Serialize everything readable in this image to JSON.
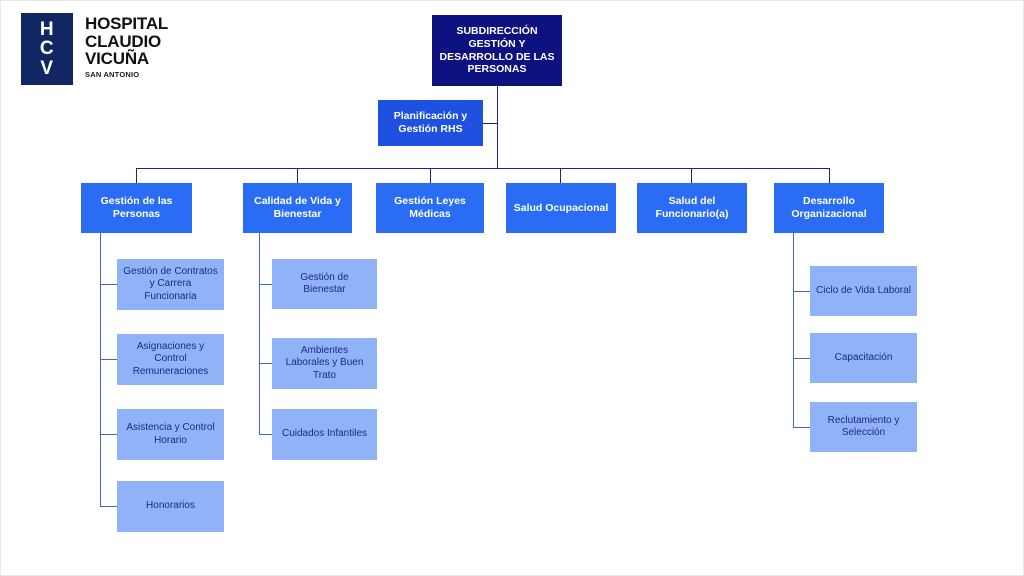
{
  "logo": {
    "mark_lines": [
      "H",
      "C",
      "V"
    ],
    "name_lines": [
      "HOSPITAL",
      "CLAUDIO",
      "VICUÑA"
    ],
    "subtitle": "SAN ANTONIO"
  },
  "colors": {
    "root_box": "#0e1180",
    "level2_box": "#2050e0",
    "level3_box": "#2a6df4",
    "level4_box": "#90b2f6",
    "level4_text": "#1b2a86",
    "connector": "#1f1f8f",
    "connector_light": "#4169c9",
    "logo_mark": "#122663",
    "background": "#ffffff"
  },
  "chart": {
    "root": {
      "label": "SUBDIRECCIÓN GESTIÓN Y DESARROLLO DE LAS PERSONAS"
    },
    "staff": {
      "label": "Planificación y Gestión RHS"
    },
    "divisions": [
      {
        "label": "Gestión de las Personas"
      },
      {
        "label": "Calidad de Vida y Bienestar"
      },
      {
        "label": "Gestión Leyes Médicas"
      },
      {
        "label": "Salud Ocupacional"
      },
      {
        "label": "Salud del Funcionario(a)"
      },
      {
        "label": "Desarrollo Organizacional"
      }
    ],
    "units_gestion_personas": [
      {
        "label": "Gestión de Contratos y Carrera Funcionaria"
      },
      {
        "label": "Asignaciones y Control Remuneraciones"
      },
      {
        "label": "Asistencia y Control Horario"
      },
      {
        "label": "Honorarios"
      }
    ],
    "units_calidad_vida": [
      {
        "label": "Gestión de Bienestar"
      },
      {
        "label": "Ambientes Laborales y Buen Trato"
      },
      {
        "label": "Cuidados Infantiles"
      }
    ],
    "units_desarrollo_org": [
      {
        "label": "Ciclo de Vida Laboral"
      },
      {
        "label": "Capacitación"
      },
      {
        "label": "Reclutamiento y Selección"
      }
    ]
  }
}
